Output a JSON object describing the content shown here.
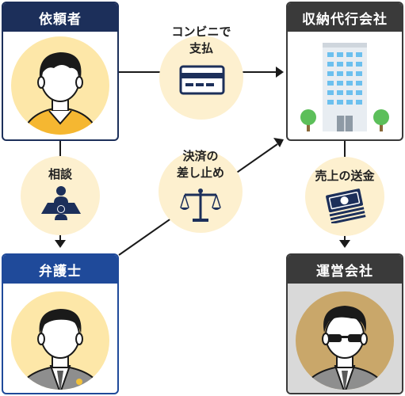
{
  "nodes": {
    "client": {
      "title": "依頼者"
    },
    "agency": {
      "title": "収納代行会社"
    },
    "lawyer": {
      "title": "弁護士"
    },
    "operator": {
      "title": "運営会社"
    }
  },
  "edges": {
    "convenience_payment": {
      "label_line1": "コンビニで",
      "label_line2": "支払"
    },
    "payment_stop": {
      "label_line1": "決済の",
      "label_line2": "差し止め"
    },
    "consult": {
      "label": "相談"
    },
    "sales_transfer": {
      "label": "売上の送金"
    }
  },
  "colors": {
    "client_header": "#1c2f5a",
    "lawyer_header": "#1f4a9a",
    "agency_header": "#3a3a3a",
    "operator_header": "#3a3a3a",
    "bubble_fill": "#fdf0cf"
  }
}
